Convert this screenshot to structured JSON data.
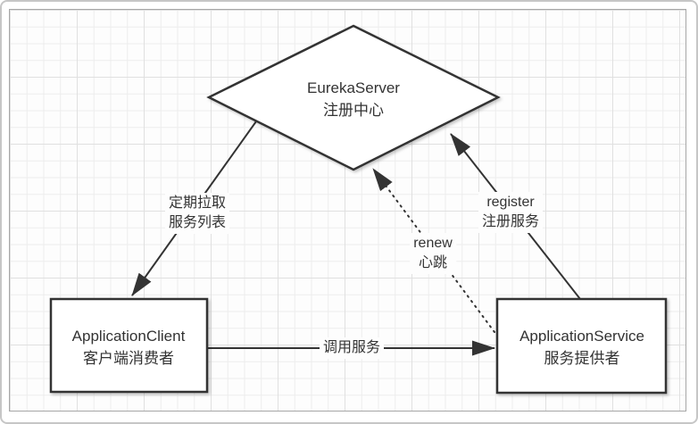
{
  "diagram": {
    "nodes": {
      "eureka": {
        "title": "EurekaServer",
        "subtitle": "注册中心",
        "shape": "diamond"
      },
      "client": {
        "title": "ApplicationClient",
        "subtitle": "客户端消费者",
        "shape": "rectangle"
      },
      "service": {
        "title": "ApplicationService",
        "subtitle": "服务提供者",
        "shape": "rectangle"
      }
    },
    "edges": {
      "pull": {
        "label_line1": "定期拉取",
        "label_line2": "服务列表",
        "style": "solid",
        "from": "EurekaServer",
        "to": "ApplicationClient"
      },
      "register": {
        "label_line1": "register",
        "label_line2": "注册服务",
        "style": "solid",
        "from": "ApplicationService",
        "to": "EurekaServer"
      },
      "renew": {
        "label_line1": "renew",
        "label_line2": "心跳",
        "style": "dotted",
        "from": "ApplicationService",
        "to": "EurekaServer"
      },
      "invoke": {
        "label_line1": "调用服务",
        "style": "solid",
        "from": "ApplicationClient",
        "to": "ApplicationService"
      }
    },
    "colors": {
      "stroke": "#333333",
      "text": "#333333",
      "node_fill": "#ffffff",
      "canvas_background": "#fdfdfd",
      "grid_minor": "#ededed",
      "grid_major": "#e0e0e0",
      "canvas_border": "#a6a6a6",
      "outer_border": "#c6c6c6"
    }
  }
}
